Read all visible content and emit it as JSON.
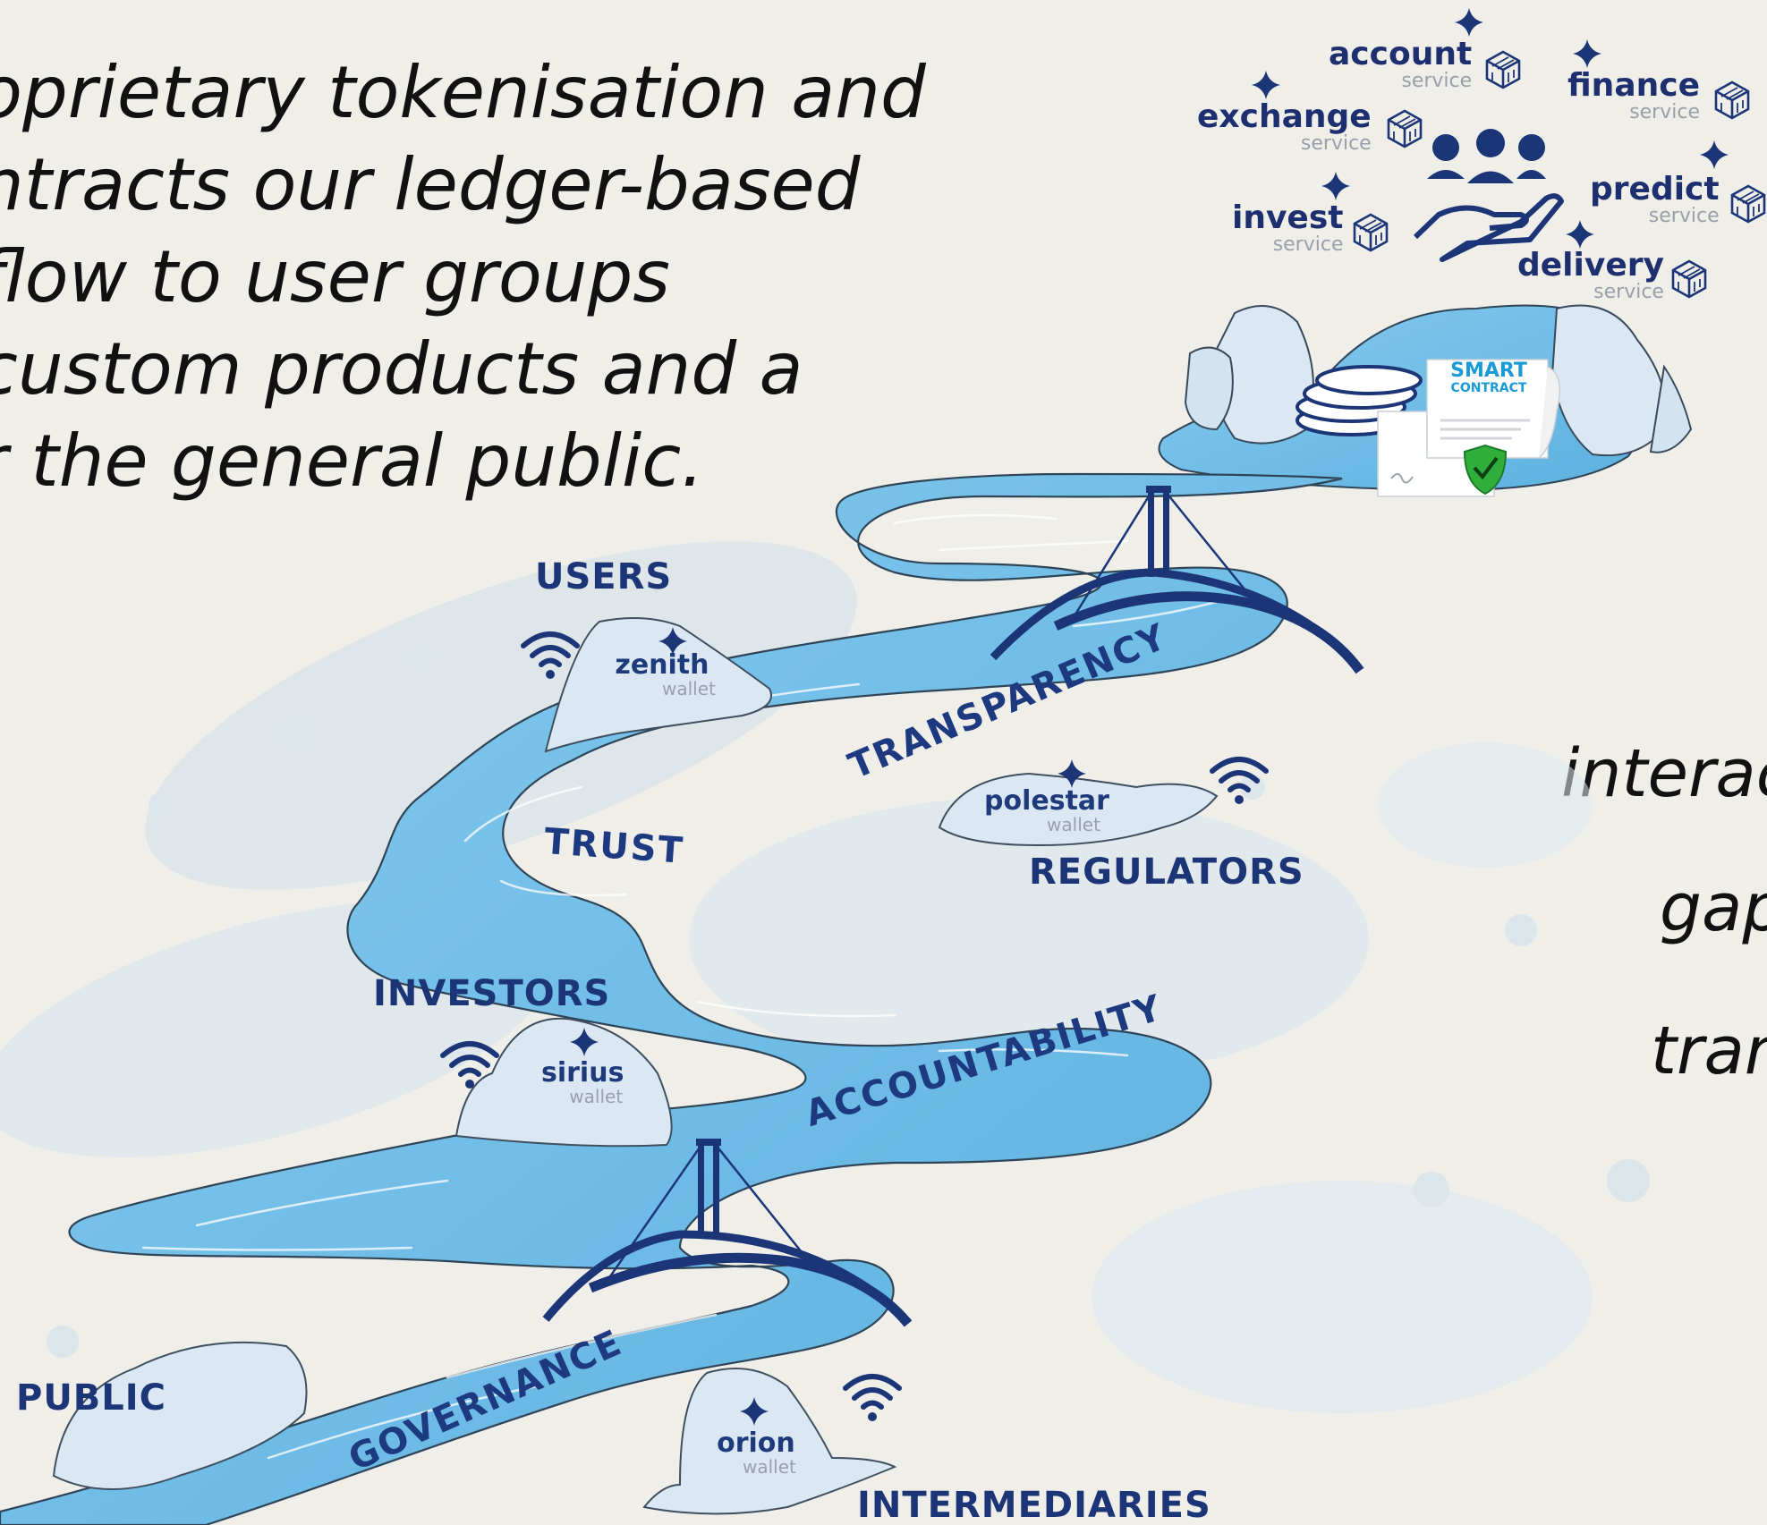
{
  "intro_lines": [
    "oprietary tokenisation and",
    "ntracts our ledger-based",
    "flow to user groups",
    "custom products and a",
    "r the general public."
  ],
  "side_lines": [
    "interac",
    "gap",
    "tran"
  ],
  "groups": {
    "users": "USERS",
    "regulators": "REGULATORS",
    "investors": "INVESTORS",
    "public": "PUBLIC",
    "intermediaries": "INTERMEDIARIES"
  },
  "values": {
    "transparency": "TRANSPARENCY",
    "trust": "TRUST",
    "accountability": "ACCOUNTABILITY",
    "governance": "GOVERNANCE"
  },
  "wallets": [
    {
      "name": "zenith",
      "type": "wallet"
    },
    {
      "name": "polestar",
      "type": "wallet"
    },
    {
      "name": "sirius",
      "type": "wallet"
    },
    {
      "name": "orion",
      "type": "wallet"
    }
  ],
  "services": [
    {
      "name": "account",
      "type": "service"
    },
    {
      "name": "exchange",
      "type": "service"
    },
    {
      "name": "finance",
      "type": "service"
    },
    {
      "name": "invest",
      "type": "service"
    },
    {
      "name": "predict",
      "type": "service"
    },
    {
      "name": "delivery",
      "type": "service"
    }
  ],
  "smart_contract": {
    "line1": "SMART",
    "line2": "CONTRACT"
  },
  "colors": {
    "background": "#efeee8",
    "river": "#6fbde6",
    "river_edge": "#2f4456",
    "navy": "#1c3577",
    "rock": "#dbe8f4",
    "check_green": "#2fae3c"
  },
  "icons": [
    "wifi-icon",
    "sparkle-icon",
    "cube-icon",
    "people-hand-icon",
    "coins-icon",
    "shield-check-icon",
    "bridge-icon"
  ]
}
